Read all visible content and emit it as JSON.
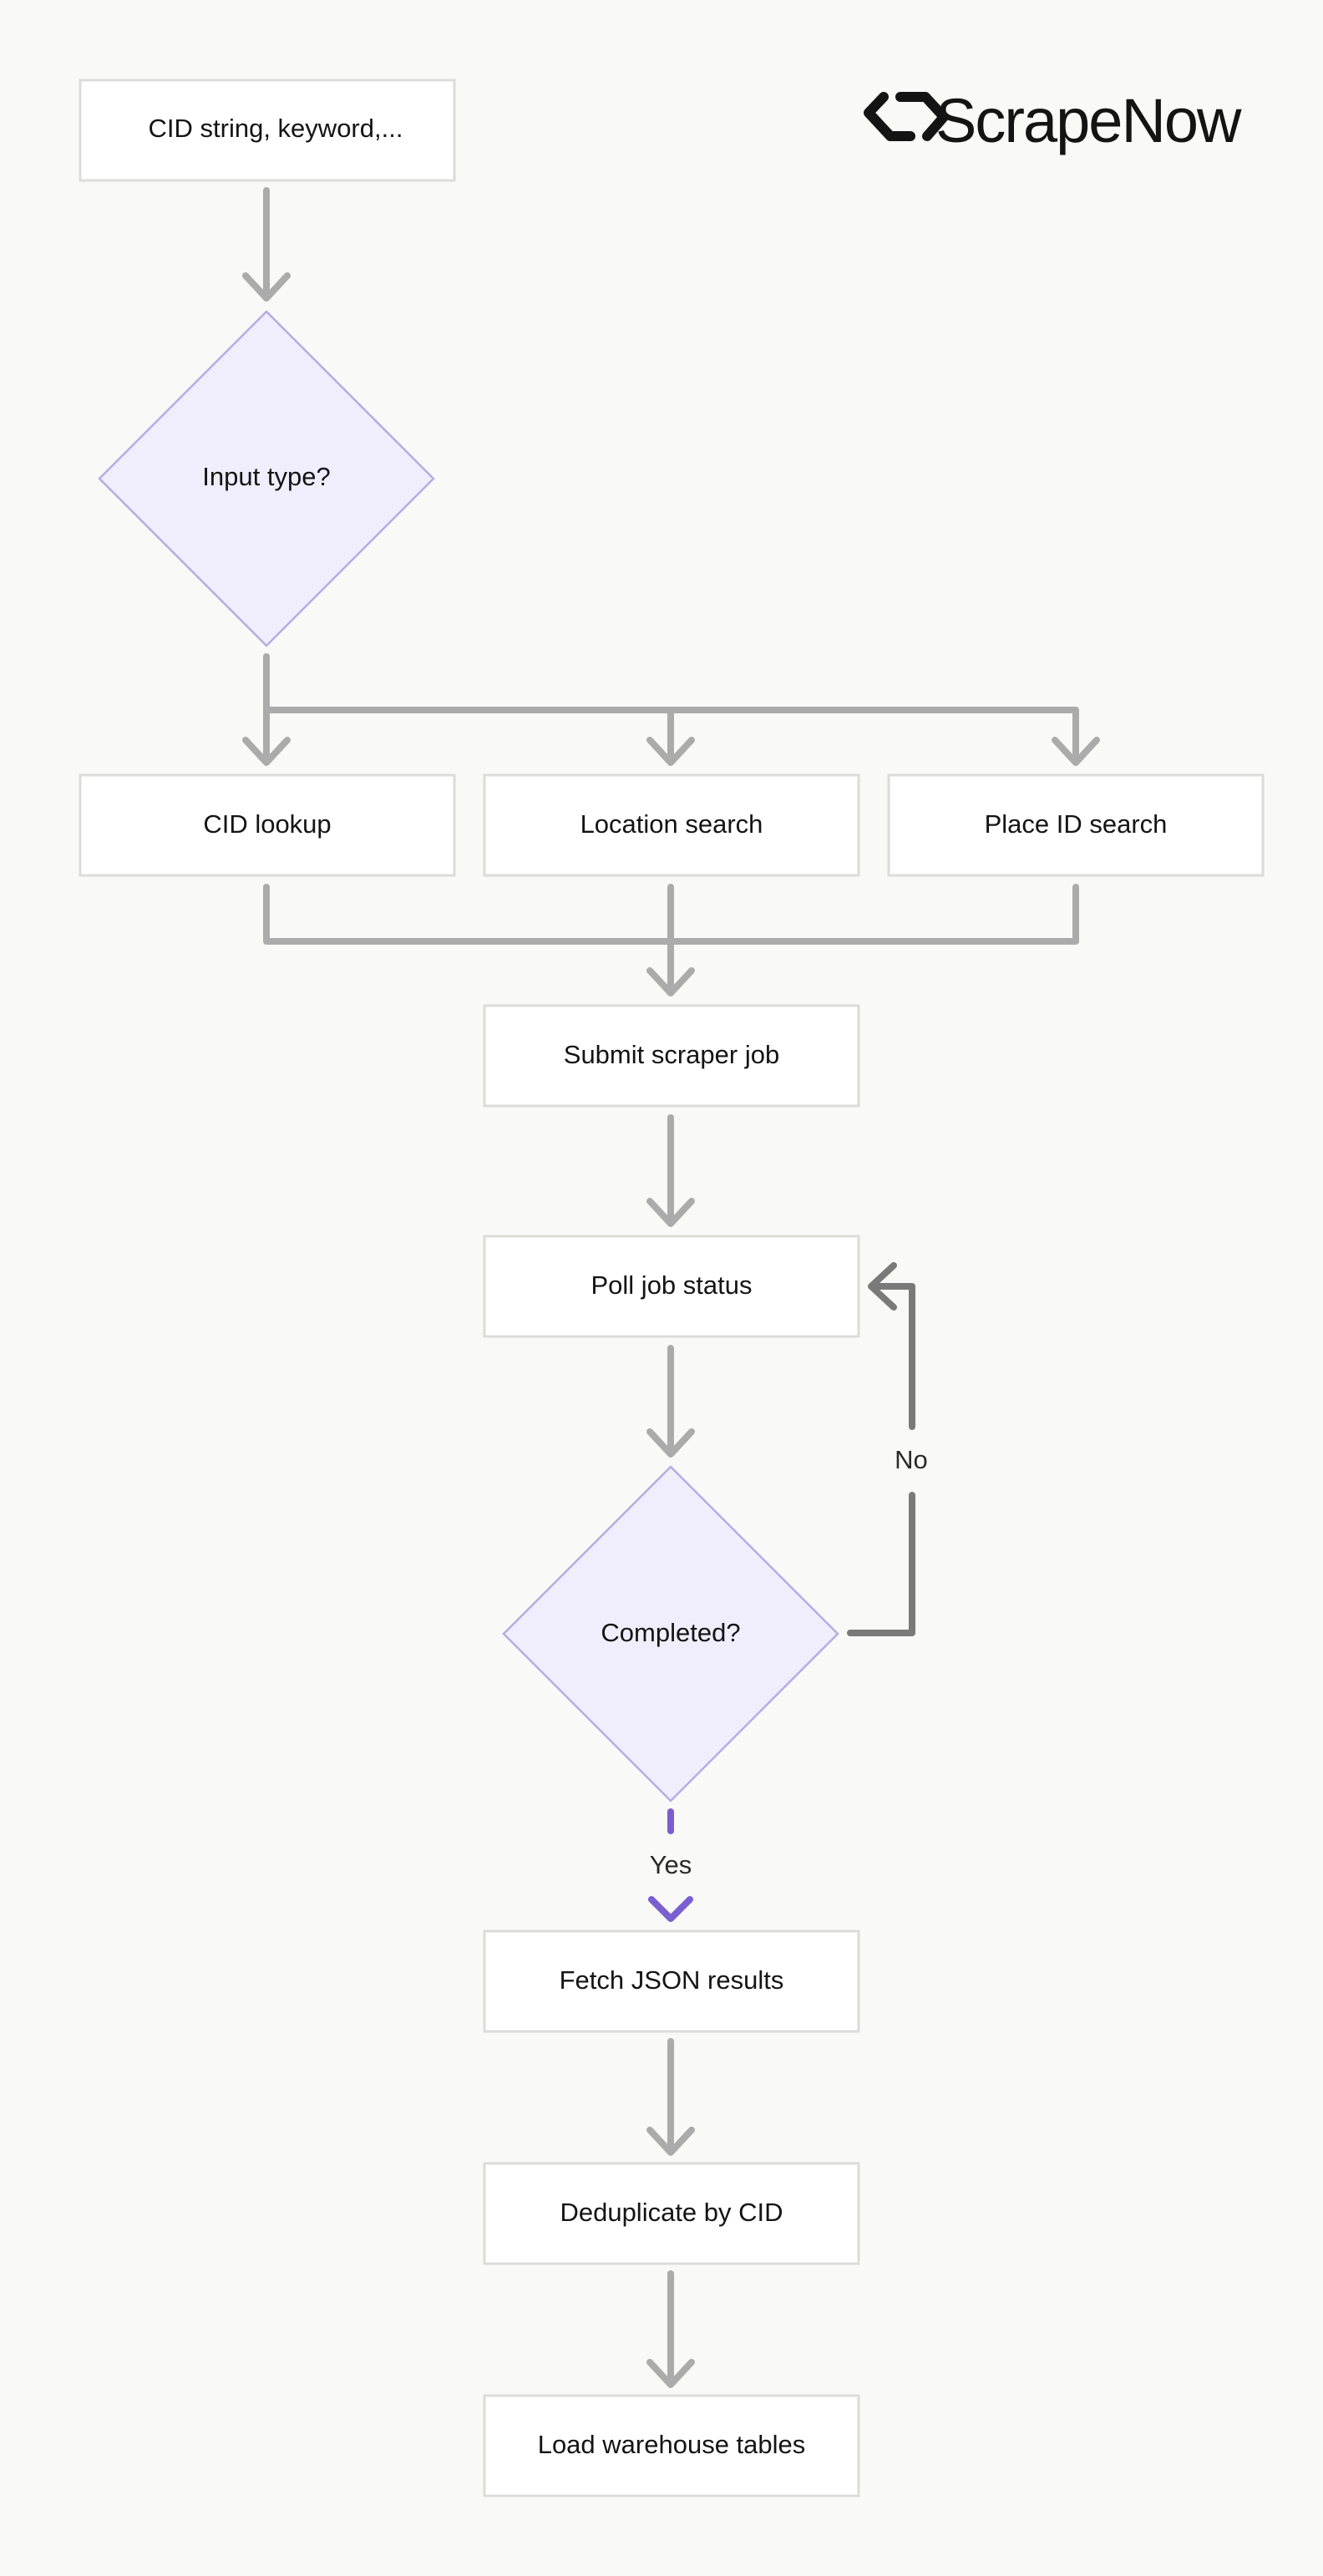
{
  "brand": {
    "name": "ScrapeNow",
    "icon": "scrapenow-logo-icon"
  },
  "colors": {
    "background": "#f9f9f7",
    "box_fill": "#ffffff",
    "box_border": "#dcdcd8",
    "decision_fill": "#f0eefc",
    "decision_border": "#b7abe6",
    "arrow": "#ababab",
    "loop_arrow": "#7a7a7a",
    "yes_arrow": "#7a5fd0",
    "text": "#141414"
  },
  "nodes": {
    "input": "CID string, keyword,...",
    "input_type": "Input type?",
    "cid_lookup": "CID lookup",
    "location_search": "Location search",
    "place_id_search": "Place ID search",
    "submit_job": "Submit scraper job",
    "poll_status": "Poll job status",
    "completed": "Completed?",
    "fetch_json": "Fetch JSON results",
    "dedupe": "Deduplicate by CID",
    "load_tables": "Load warehouse tables"
  },
  "edge_labels": {
    "no": "No",
    "yes": "Yes"
  }
}
